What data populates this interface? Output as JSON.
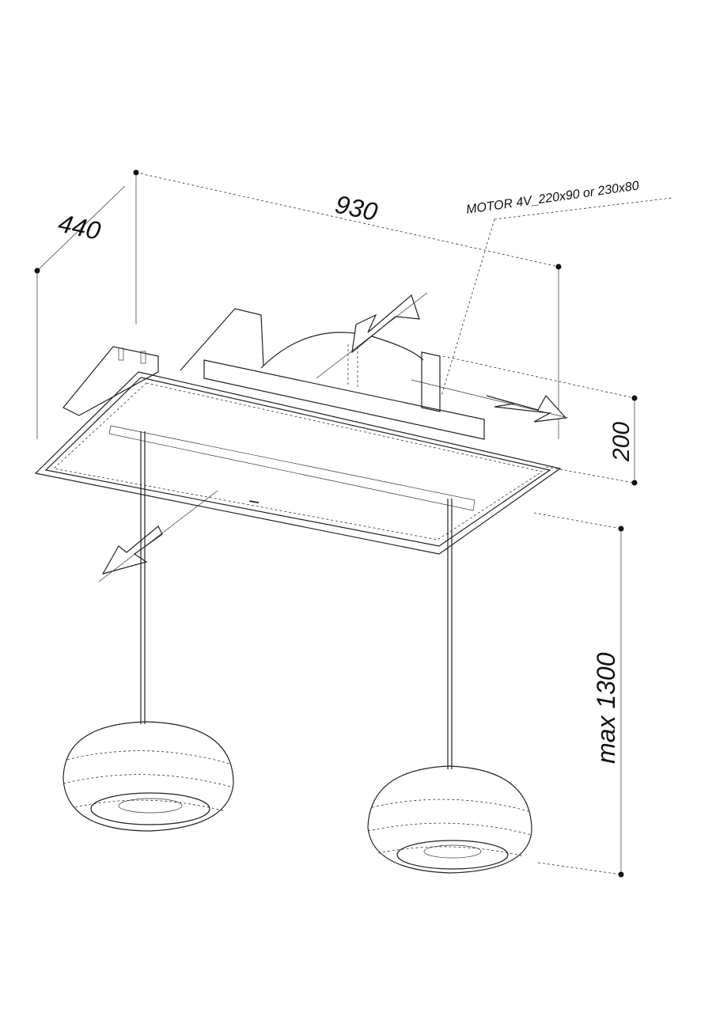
{
  "dimensions": {
    "width": "930",
    "depth": "440",
    "height": "200",
    "suspension": "max 1300"
  },
  "motor_label": "MOTOR 4V_220x90 or 230x80"
}
